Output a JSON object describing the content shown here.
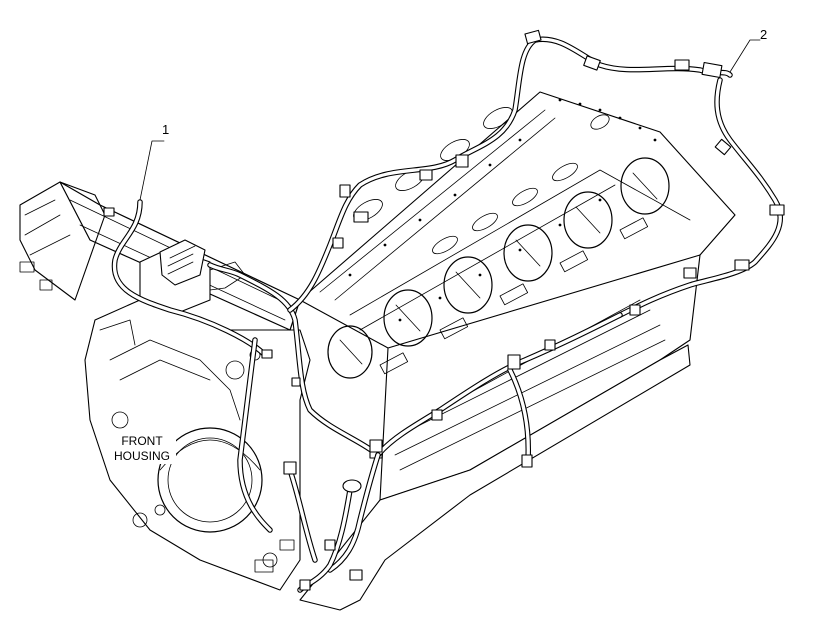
{
  "callouts": [
    {
      "id": "1",
      "label": "1"
    },
    {
      "id": "2",
      "label": "2"
    }
  ],
  "front_housing_label": {
    "line1": "FRONT",
    "line2": "HOUSING"
  }
}
